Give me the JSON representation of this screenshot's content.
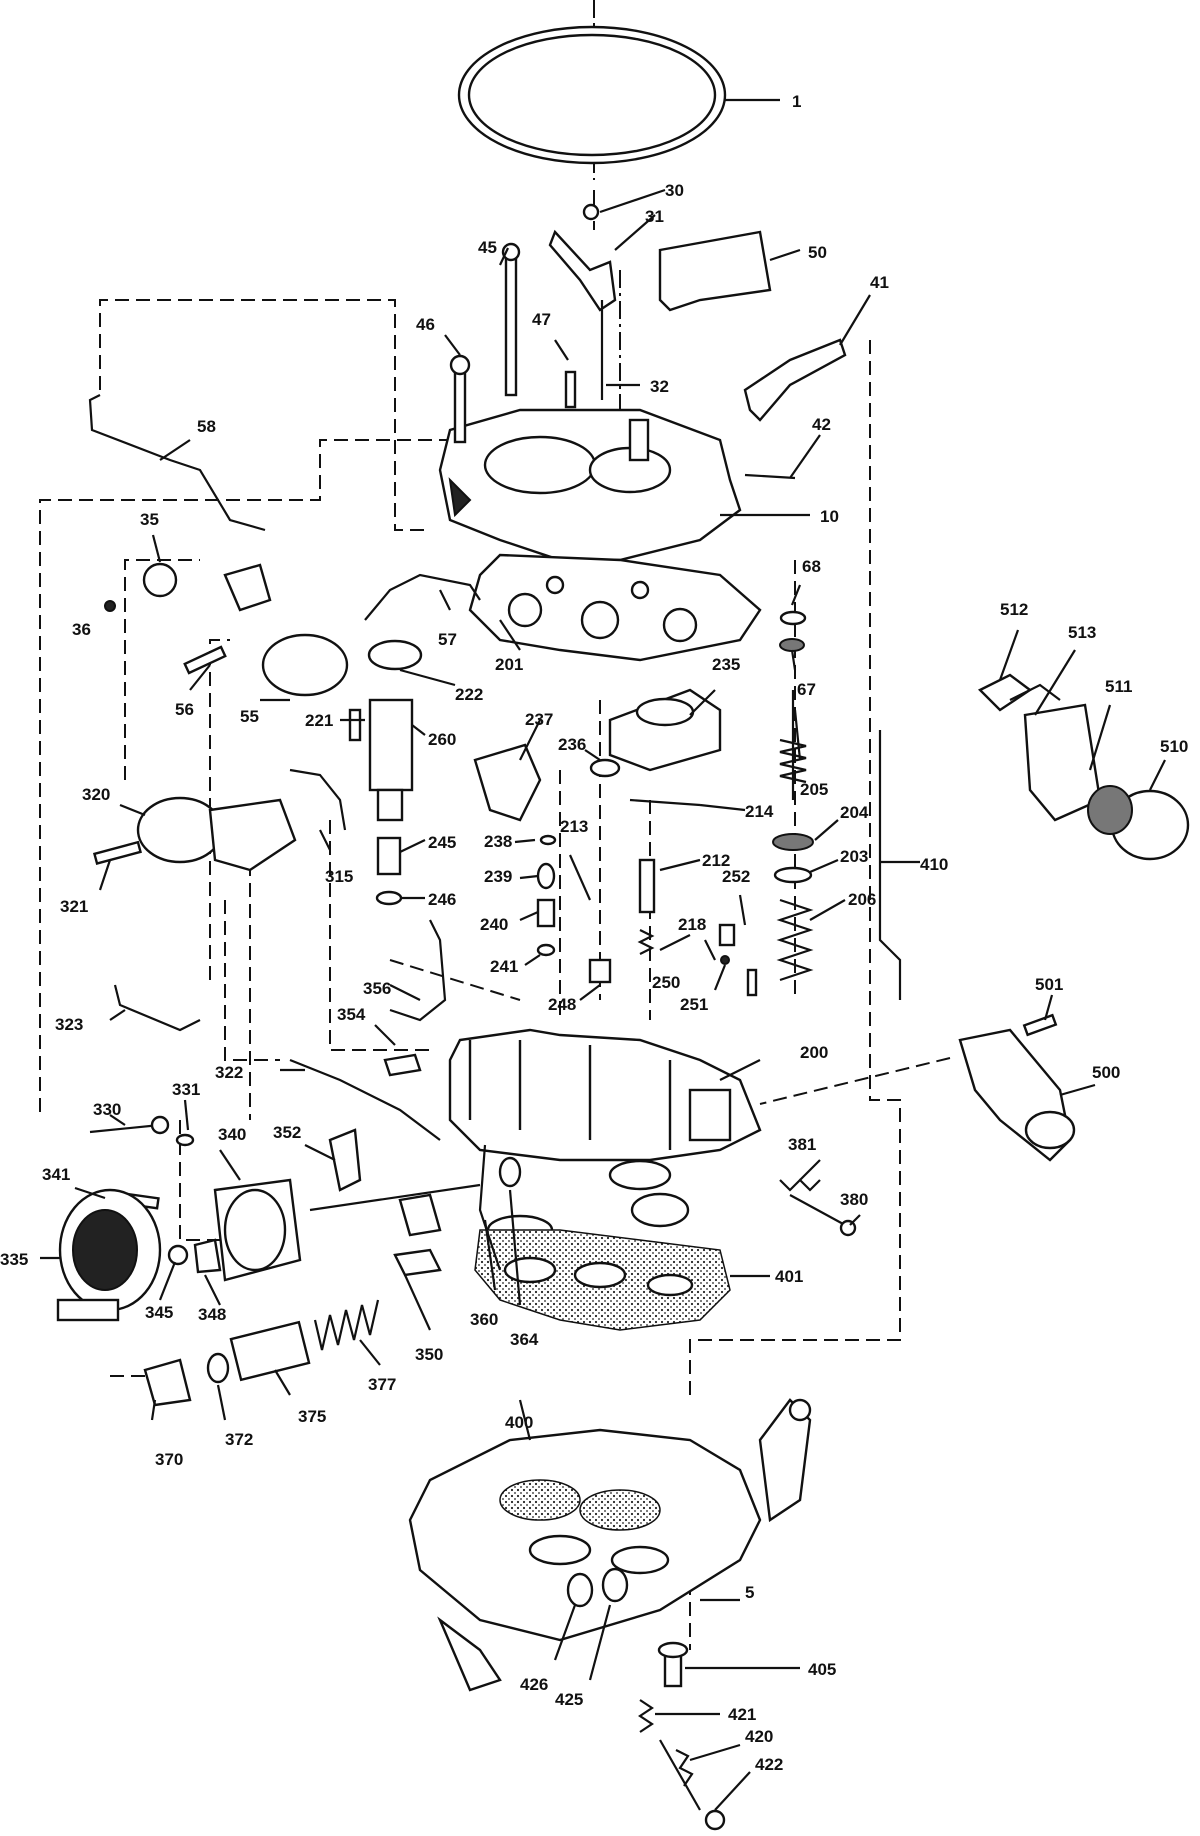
{
  "labels": {
    "p1": "1",
    "p5": "5",
    "p10": "10",
    "p30": "30",
    "p31": "31",
    "p32": "32",
    "p35": "35",
    "p36": "36",
    "p41": "41",
    "p42": "42",
    "p45": "45",
    "p46": "46",
    "p47": "47",
    "p50": "50",
    "p55": "55",
    "p56": "56",
    "p57": "57",
    "p58": "58",
    "p67": "67",
    "p68": "68",
    "p200": "200",
    "p201": "201",
    "p203": "203",
    "p204": "204",
    "p205": "205",
    "p206": "206",
    "p212": "212",
    "p213": "213",
    "p214": "214",
    "p218": "218",
    "p221": "221",
    "p222": "222",
    "p235": "235",
    "p236": "236",
    "p237": "237",
    "p238": "238",
    "p239": "239",
    "p240": "240",
    "p241": "241",
    "p245": "245",
    "p246": "246",
    "p248": "248",
    "p250": "250",
    "p251": "251",
    "p252": "252",
    "p260": "260",
    "p315": "315",
    "p320": "320",
    "p321": "321",
    "p322": "322",
    "p323": "323",
    "p330": "330",
    "p331": "331",
    "p335": "335",
    "p340": "340",
    "p341": "341",
    "p345": "345",
    "p348": "348",
    "p350": "350",
    "p352": "352",
    "p354": "354",
    "p356": "356",
    "p360": "360",
    "p364": "364",
    "p370": "370",
    "p372": "372",
    "p375": "375",
    "p377": "377",
    "p380": "380",
    "p381": "381",
    "p400": "400",
    "p401": "401",
    "p405": "405",
    "p410": "410",
    "p420": "420",
    "p421": "421",
    "p422": "422",
    "p425": "425",
    "p426": "426",
    "p500": "500",
    "p501": "501",
    "p510": "510",
    "p511": "511",
    "p512": "512",
    "p513": "513"
  }
}
